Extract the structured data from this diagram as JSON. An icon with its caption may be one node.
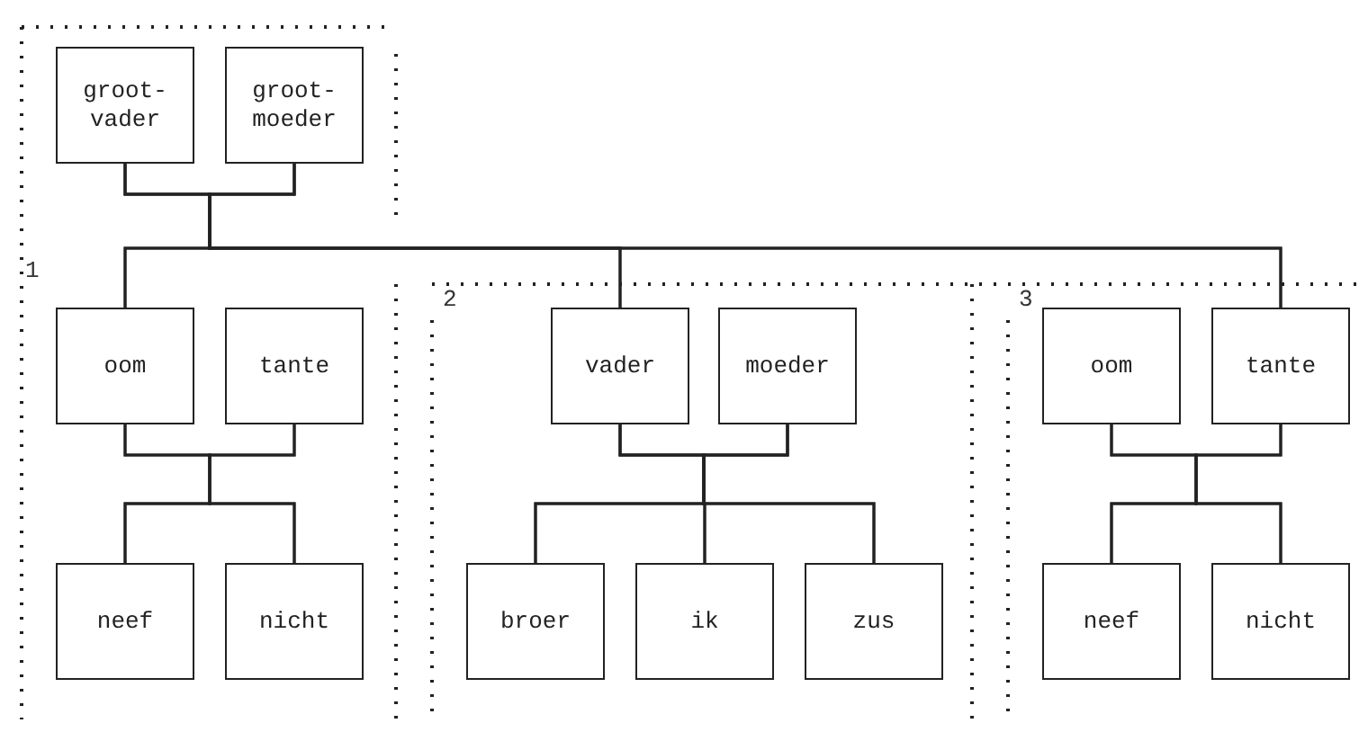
{
  "diagram": {
    "nodes": [
      {
        "text": [
          "groot- vader"
        ]
      },
      {
        "text": [
          "groot- moeder"
        ]
      },
      {
        "text": [
          "oom"
        ]
      },
      {
        "text": [
          "tante"
        ]
      },
      {
        "text": [
          "vader"
        ]
      },
      {
        "text": [
          "moeder"
        ]
      },
      {
        "text": [
          "oom"
        ]
      },
      {
        "text": [
          "tante"
        ]
      },
      {
        "text": [
          "neef"
        ]
      },
      {
        "text": [
          "nicht"
        ]
      },
      {
        "text": [
          "broer"
        ]
      },
      {
        "text": [
          "ik"
        ]
      },
      {
        "text": [
          "zus"
        ]
      },
      {
        "text": [
          "neef"
        ]
      },
      {
        "text": [
          "nicht"
        ]
      }
    ],
    "edges": [
      {
        "from": 0,
        "to": 2,
        "arrow": "none"
      },
      {
        "from": 0,
        "to": 4,
        "arrow": "none"
      },
      {
        "from": 0,
        "to": 7,
        "arrow": "none"
      },
      {
        "from": 1,
        "to": 2,
        "arrow": "none"
      },
      {
        "from": 1,
        "to": 4,
        "arrow": "none"
      },
      {
        "from": 1,
        "to": 7,
        "arrow": "none"
      },
      {
        "from": 2,
        "to": 8,
        "arrow": "none"
      },
      {
        "from": 2,
        "to": 9,
        "arrow": "none"
      },
      {
        "from": 3,
        "to": 8,
        "arrow": "none"
      },
      {
        "from": 3,
        "to": 9,
        "arrow": "none"
      },
      {
        "from": 4,
        "to": 10,
        "arrow": "none"
      },
      {
        "from": 4,
        "to": 11,
        "arrow": "none"
      },
      {
        "from": 4,
        "to": 12,
        "arrow": "none"
      },
      {
        "from": 5,
        "to": 10,
        "arrow": "none"
      },
      {
        "from": 5,
        "to": 11,
        "arrow": "none"
      },
      {
        "from": 5,
        "to": 12,
        "arrow": "none"
      },
      {
        "from": 6,
        "to": 13,
        "arrow": "none"
      },
      {
        "from": 6,
        "to": 14,
        "arrow": "none"
      },
      {
        "from": 7,
        "to": 13,
        "arrow": "none"
      },
      {
        "from": 7,
        "to": 14,
        "arrow": "none"
      }
    ],
    "labels": [
      "1",
      "2",
      "3"
    ]
  }
}
